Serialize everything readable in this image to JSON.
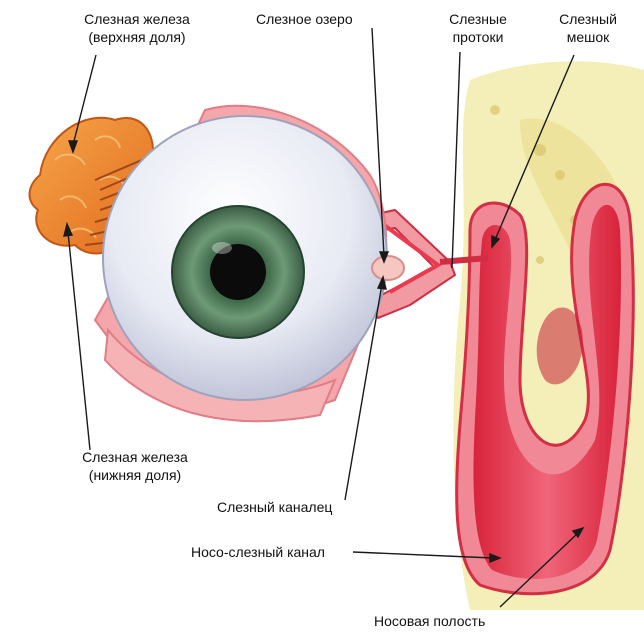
{
  "labels": {
    "gland_upper_1": "Слезная железа",
    "gland_upper_2": "(верхняя доля)",
    "lake": "Слезное озеро",
    "ducts_1": "Слезные",
    "ducts_2": "протоки",
    "sac_1": "Слезный",
    "sac_2": "мешок",
    "gland_lower_1": "Слезная железа",
    "gland_lower_2": "(нижняя доля)",
    "canaliculus": "Слезный каналец",
    "nasolacrimal": "Носо-слезный канал",
    "nasal": "Носовая полость"
  },
  "colors": {
    "gland": "#f08a2a",
    "gland_dark": "#c9561a",
    "sclera": "#eef0f7",
    "iris": "#5f8f6a",
    "pupil": "#0b0b0b",
    "tissue_pink": "#f3a0a4",
    "duct_red": "#e6394a",
    "bone_yellow": "#f3ecb0",
    "lines": "#1a1a1a"
  }
}
